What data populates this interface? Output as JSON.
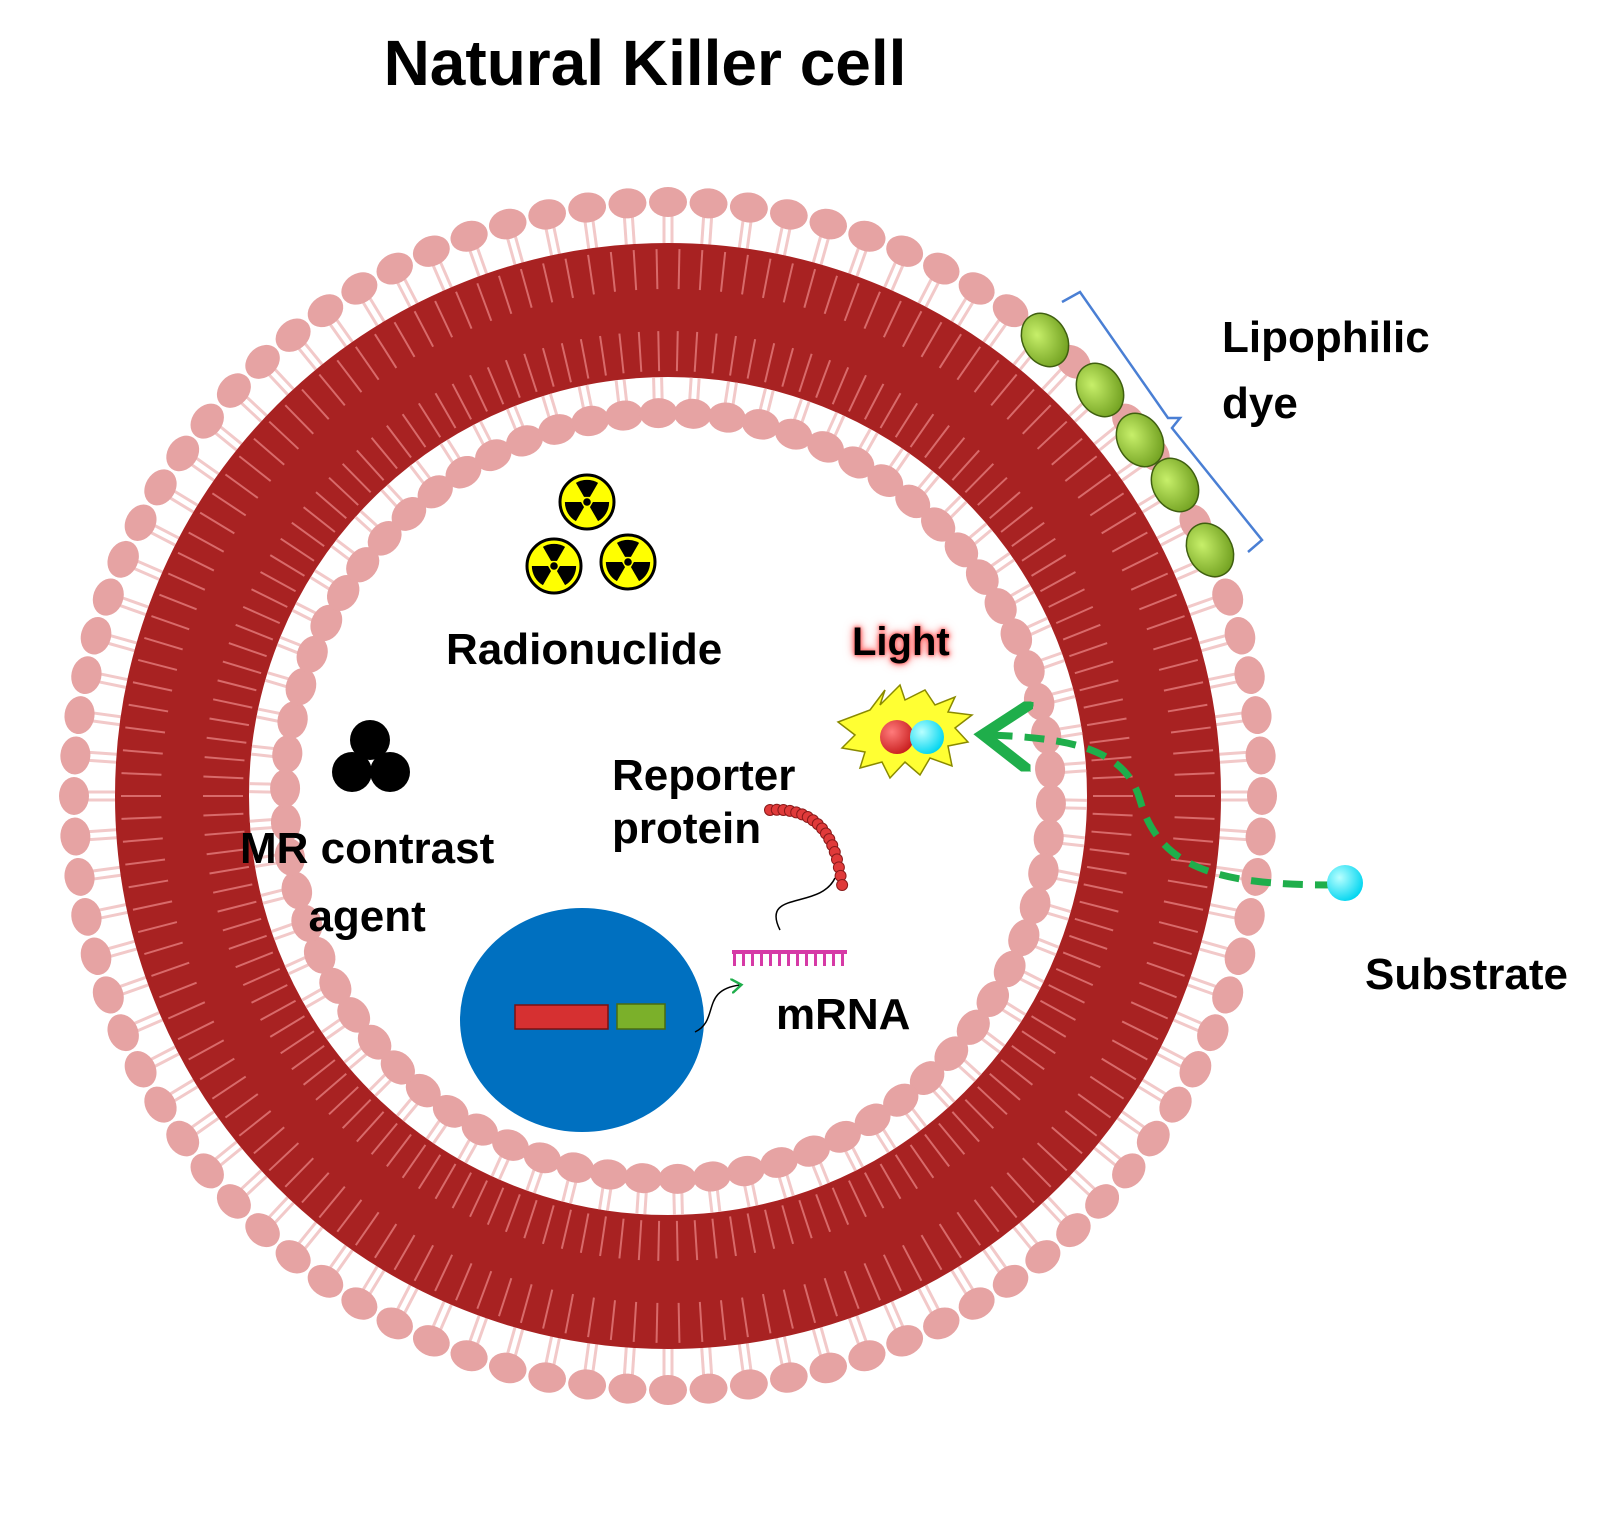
{
  "title": "Natural Killer cell",
  "labels": {
    "lipophilic_dye": "Lipophilic\ndye",
    "radionuclide": "Radionuclide",
    "light": "Light",
    "reporter_protein": "Reporter\nprotein",
    "mr_contrast_agent": "MR contrast\nagent",
    "mrna": "mRNA",
    "substrate": "Substrate"
  },
  "colors": {
    "membrane": "#a82222",
    "lipid_head": "#e6a3a3",
    "lipid_tail": "#f2c9c9",
    "nucleus": "#0070c0",
    "gene_red": "#d63031",
    "gene_green": "#7bb02a",
    "dye": "#8dc63f",
    "radiation": "#ffff00",
    "light_burst": "#ffff33",
    "substrate": "#00e5ff",
    "arrow": "#1fae4b",
    "bracket": "#4a7fd4",
    "mrna": "#d63aa6",
    "protein": "#e03a3a"
  },
  "icons": [
    "radiation-icon",
    "mr-contrast-particles",
    "light-burst",
    "substrate-molecule",
    "lipophilic-dye-molecule"
  ]
}
